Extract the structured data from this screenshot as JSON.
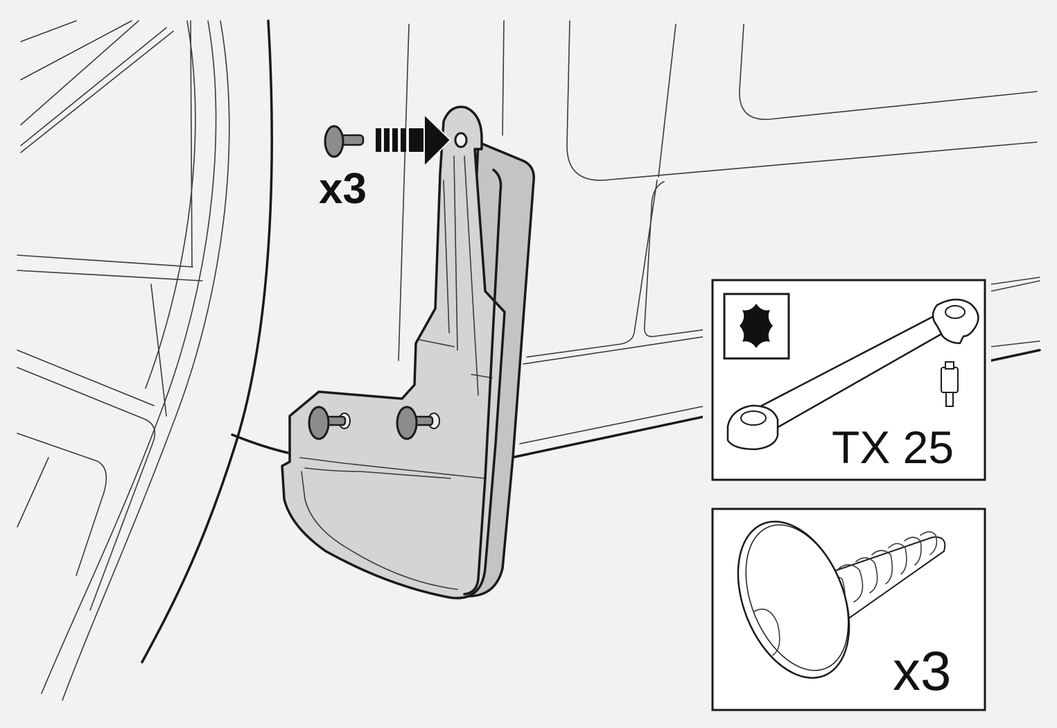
{
  "main_illustration": {
    "quantity_label": "x3"
  },
  "tool_panel": {
    "tool_label": "TX 25",
    "bit_icon": "torx-star-icon"
  },
  "screw_panel": {
    "quantity_label": "x3",
    "part_icon": "self-tapping-screw-icon"
  },
  "colors": {
    "background": "#f2f2f2",
    "part_fill": "#d4d4d4",
    "fastener_fill": "#8c8c8c",
    "panel_fill": "#ffffff",
    "outline": "#1a1a1a"
  }
}
